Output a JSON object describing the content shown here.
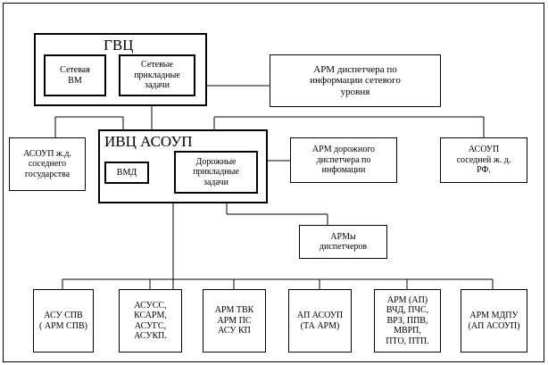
{
  "gvc": {
    "title": "ГВЦ",
    "network_vm": "Сетевая\nВМ",
    "network_tasks": "Сетевые\nприкладные\nзадачи"
  },
  "arm_network": "АРМ диспетчера по\nинформации сетевого\nуровня",
  "asoup_neighbor_state": "АСОУП ж.д.\nсоседнего\nгосударства",
  "ivc": {
    "title": "ИВЦ   АСОУП",
    "vmd": "ВМД",
    "road_tasks": "Дорожные\nприкладные\nзадачи"
  },
  "arm_road": "АРМ дорожного\nдиспетчера по\nинфомации",
  "asoup_neighbor_rf": "АСОУП\nсоседней ж. д.\nРФ.",
  "arm_dispatchers": "АРМы\nдиспетчеров",
  "bottom": [
    {
      "key": "asu-spv",
      "label": "АСУ СПВ\n( АРМ СПВ)"
    },
    {
      "key": "asuss",
      "label": "АСУСС,\nКСАРМ,\nАСУГС,\nАСУКП."
    },
    {
      "key": "arm-tvk",
      "label": "АРМ ТВК\nАРМ ПС\nАСУ КП"
    },
    {
      "key": "ap-asoup",
      "label": "АП АСОУП\n(ТА АРМ)"
    },
    {
      "key": "arm-ap",
      "label": "АРМ (АП)\nВЧД, ПЧС,\nВРЗ, ППВ,\nМВРП,\nПТО, ПТП."
    },
    {
      "key": "arm-mdpu",
      "label": "АРМ МДПУ\n(АП АСОУП)"
    }
  ]
}
